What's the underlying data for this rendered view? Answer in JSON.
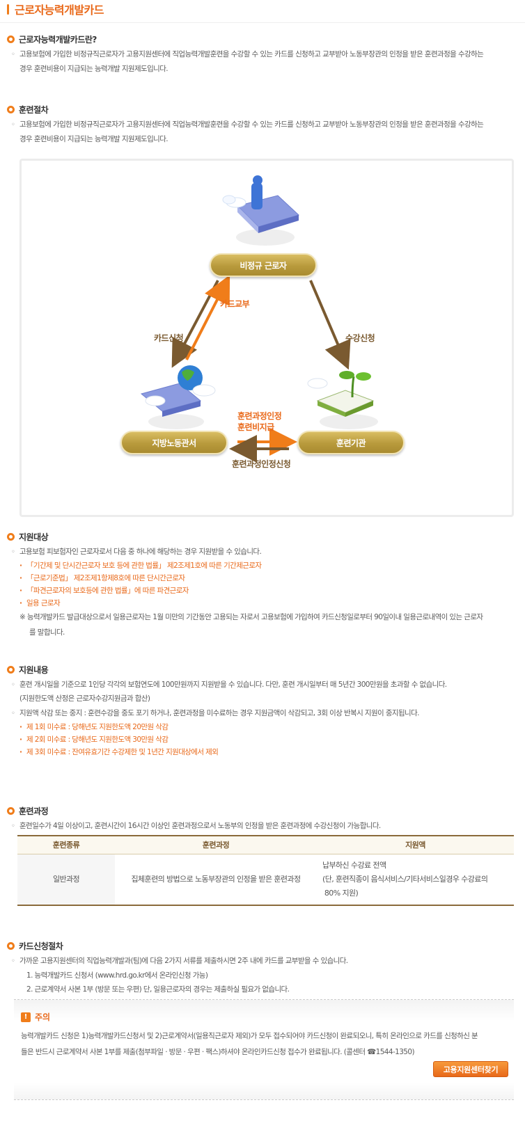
{
  "page": {
    "title": "근로자능력개발카드"
  },
  "intro": {
    "heading": "근로자능력개발카드란?",
    "line1": "고용보험에 가입한 비정규직근로자가 고용지원센터에 직업능력개발훈련을 수강할 수 있는 카드를 신청하고 교부받아 노동부장관의 인정을 받은 훈련과정을 수강하는",
    "line2": "경우 훈련비용이 지급되는 능력개발 지원제도입니다."
  },
  "procedure": {
    "heading": "훈련절차",
    "line1": "고용보험에 가입한 비정규직근로자가 고용지원센터에 직업능력개발훈련을 수강할 수 있는 카드를 신청하고 교부받아 노동부장관의 인정을 받은 훈련과정을 수강하는",
    "line2": "경우 훈련비용이 지급되는 능력개발 지원제도입니다.",
    "diagram": {
      "worker": "비정규 근로자",
      "office": "지방노동관서",
      "institution": "훈련기관",
      "card_apply": "카드신청",
      "card_issue": "카드교부",
      "course_apply": "수강신청",
      "approval_line1": "훈련과정인정",
      "approval_line2": "훈련비지급",
      "approval_request": "훈련과정인정신청"
    }
  },
  "eligibility": {
    "heading": "지원대상",
    "line1": "고용보험 피보험자인 근로자로서 다음 중 하나에 해당하는 경우 지원받을 수 있습니다.",
    "items": [
      "「기간제 및 단시간근로자 보호 등에 관한 법률」 제2조제1호에 따른 기간제근로자",
      "「근로기준법」 제2조제1항제8호에 따른 단시간근로자",
      "「파견근로자의 보호등에 관한 법률」에 따른 파견근로자",
      "  일용 근로자"
    ],
    "note1": "※ 능력개발카드 발급대상으로서 일용근로자는 1월 미만의 기간동안 고용되는 자로서  고용보험에 가입하여 카드신청일로부터 90일이내 일용근로내역이 있는 근로자",
    "note2": "를 말합니다."
  },
  "support": {
    "heading": "지원내용",
    "line1": "훈련 개시일을 기준으로 1인당 각각의 보험연도에 100만원까지 지원받을 수 있습니다. 다만, 훈련 개시일부터 매 5년간 300만원을 초과할 수 없습니다.",
    "line1b": "(지원한도액 산정은 근로자수강지원금과 합산)",
    "line2": "지원액 삭감 또는 중지 : 훈련수강을 중도 포기 하거나, 훈련과정을 미수료하는 경우 지원금액이 삭감되고, 3회 이상 반복시 지원이 중지됩니다.",
    "items": [
      "제 1회 미수료 : 당해년도 지원한도액 20만원 삭감",
      "제 2회 미수료 : 당해년도 지원한도액 30만원 삭감",
      "제 3회 미수료 : 잔여유효기간 수강제한 및 1년간 지원대상에서 제외"
    ]
  },
  "course": {
    "heading": "훈련과정",
    "line1": "훈련일수가 4일 이상이고, 훈련시간이 16시간 이상인 훈련과정으로서 노동부의 인정을 받은 훈련과정에 수강신청이 가능합니다.",
    "table": {
      "headers": [
        "훈련종류",
        "훈련과정",
        "지원액"
      ],
      "row": {
        "type": "일반과정",
        "course": "집체훈련의 방법으로 노동부장관의 인정을 받은 훈련과정",
        "amount1": "납부하신 수강료 전액",
        "amount2": "(단, 훈련직종이 음식서비스/기타서비스일경우 수강료의",
        "amount3": " 80% 지원)"
      }
    }
  },
  "card_procedure": {
    "heading": "카드신청절차",
    "line1": "가까운 고용지원센터의 직업능력개발과(팀)에 다음 2가지 서류를 제출하시면 2주 내에 카드를 교부받을 수 있습니다.",
    "doc1": "1. 능력개발카드 신청서 (www.hrd.go.kr에서 온라인신청 가능)",
    "doc2": "2. 근로계약서 사본 1부 (방문 또는 우편) 단, 일용근로자의 경우는 제출하실 필요가 없습니다."
  },
  "caution": {
    "icon": "!",
    "heading": "주의",
    "line1": "능력개발카드 신청은 1)능력개발카드신청서 및 2)근로계약서(일용직근로자 제외)가 모두 접수되어야 카드신청이 완료되오니, 특히 온라인으로 카드를 신청하신 분",
    "line2": "들은 반드시 근로계약서 사본 1부를 제출(첨부파일 · 방문 · 우편 · 팩스)하셔야 온라인카드신청 접수가 완료됩니다. (콜센터 ☎1544-1350)",
    "button": "고용지원센터찾기"
  }
}
